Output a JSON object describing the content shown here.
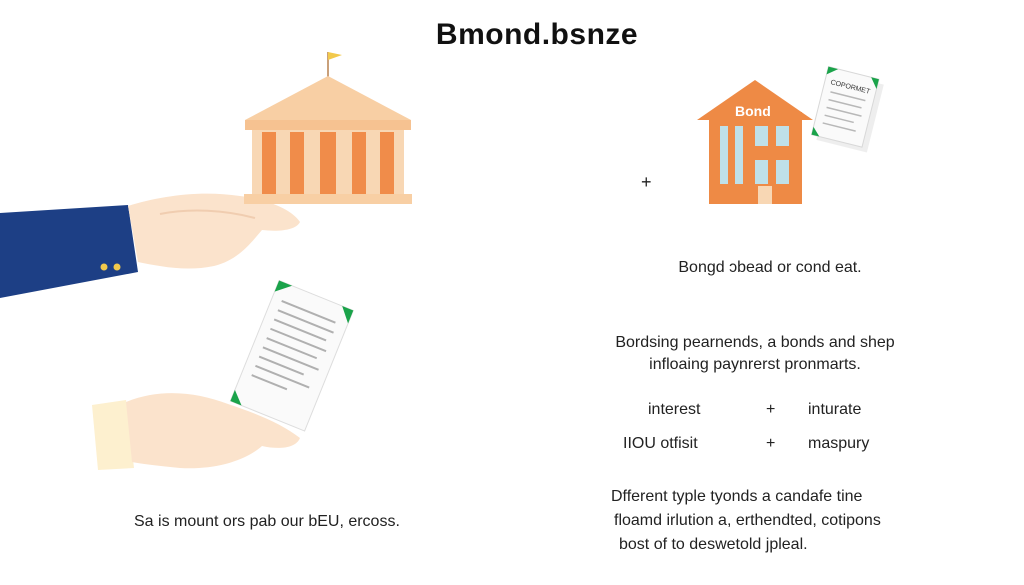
{
  "title": "Bmond.bsnze",
  "left": {
    "caption": "Sa is mount ors pab our bEU, ercoss."
  },
  "right": {
    "plus_sign": "+",
    "building_sign": "Bond",
    "certificate_label": "COPORMET",
    "caption": "Bongd ɔbead or cond eat.",
    "description_lines": [
      "Bordsing pearnends, a bonds and shep",
      "infloaing paynrerst pronmarts."
    ],
    "table": [
      {
        "left": "interest",
        "op": "+",
        "right": "inturate"
      },
      {
        "left": "IIOU otfisit",
        "op": "+",
        "right": "maspury"
      }
    ],
    "footer_lines": [
      "Dfferent typle tyonds a candafe tine",
      "floamd irlution a, erthendted, cotipons",
      "bost of to deswetold jpleal."
    ]
  },
  "colors": {
    "bank_fill": "#f8cfa4",
    "pillar": "#f08c4a",
    "sleeve": "#1d3f85",
    "skin": "#fbe3cc",
    "flag": "#f2c94c",
    "building": "#ee8a45",
    "window": "#bfe0e8",
    "accent_green": "#1aa34a"
  }
}
